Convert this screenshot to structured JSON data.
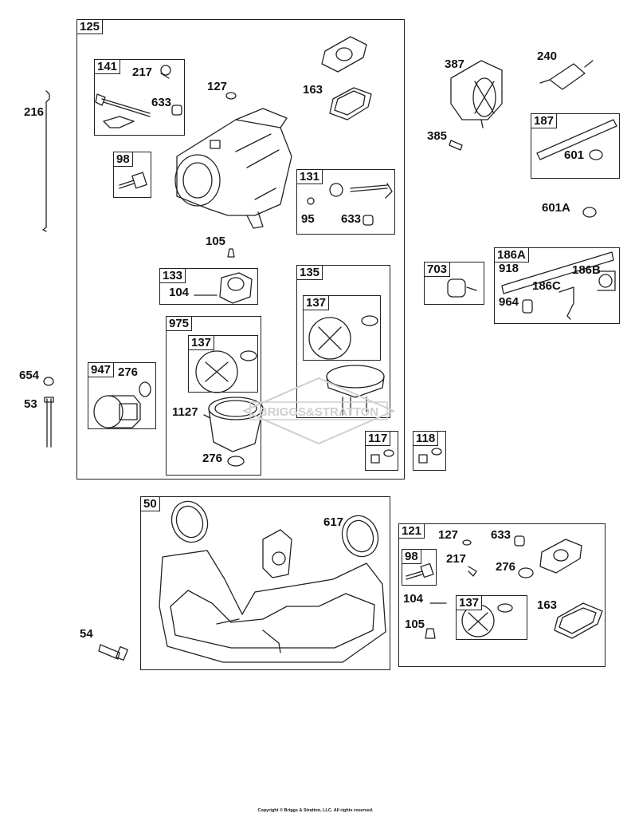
{
  "boxes": {
    "b125": "125",
    "b141": "141",
    "b98a": "98",
    "b131": "131",
    "b133": "133",
    "b135": "135",
    "b137c": "137",
    "b975": "975",
    "b137b": "137",
    "b947": "947",
    "b117": "117",
    "b118": "118",
    "b50": "50",
    "b121": "121",
    "b98b": "98",
    "b137d": "137",
    "b187": "187",
    "b186a": "186A",
    "b703": "703"
  },
  "labels": {
    "l216": "216",
    "l217a": "217",
    "l127a": "127",
    "l163a": "163",
    "l633a": "633",
    "l95": "95",
    "l633b": "633",
    "l105a": "105",
    "l104a": "104",
    "l276a": "276",
    "l654": "654",
    "l53": "53",
    "l1127": "1127",
    "l276b": "276",
    "l387": "387",
    "l240": "240",
    "l385": "385",
    "l601": "601",
    "l601a": "601A",
    "l918": "918",
    "l186b": "186B",
    "l186c": "186C",
    "l964": "964",
    "l617": "617",
    "l54": "54",
    "l127b": "127",
    "l633c": "633",
    "l217b": "217",
    "l276c": "276",
    "l104b": "104",
    "l163b": "163",
    "l105b": "105"
  },
  "watermark_text": "BRIGGS&STRATTON",
  "copyright": "Copyright © Briggs & Stratton, LLC. All rights reserved."
}
